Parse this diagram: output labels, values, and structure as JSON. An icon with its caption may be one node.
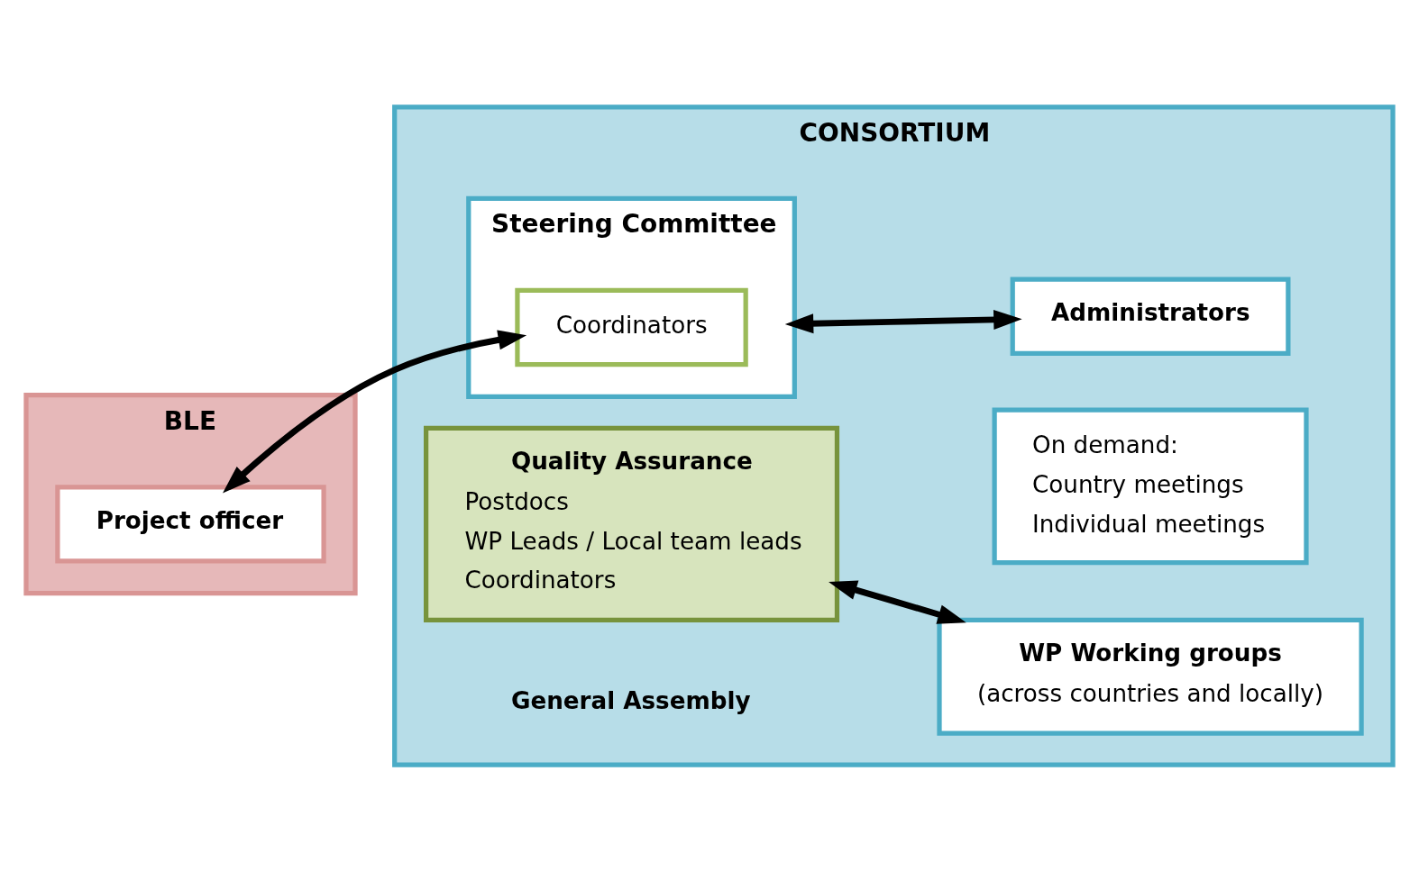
{
  "diagram": {
    "nodes": [
      {
        "text": [
          "BLE"
        ]
      },
      {
        "text": [
          "Project officer"
        ],
        "in": 0
      },
      {
        "text": [
          "CONSORTIUM"
        ]
      },
      {
        "text": [
          "Steering Committee"
        ],
        "in": 2
      },
      {
        "text": [
          "Coordinators"
        ],
        "in": 3
      },
      {
        "text": [
          "Administrators"
        ],
        "in": 2
      },
      {
        "text": [
          "Quality Assurance",
          "Postdocs",
          "WP Leads / Local team leads",
          "Coordinators"
        ],
        "in": 2
      },
      {
        "text": [
          "WP Working groups",
          "(across countries and locally)"
        ],
        "in": 2
      },
      {
        "text": [
          "On demand:",
          "Country meetings",
          "Individual meetings"
        ],
        "in": 2
      }
    ],
    "edges": [
      {
        "from": 1,
        "to": 4,
        "arrow": "both"
      },
      {
        "from": 3,
        "to": 5,
        "arrow": "both"
      },
      {
        "from": 6,
        "to": 7,
        "arrow": "both"
      }
    ],
    "labels": [
      "General Assembly"
    ]
  }
}
